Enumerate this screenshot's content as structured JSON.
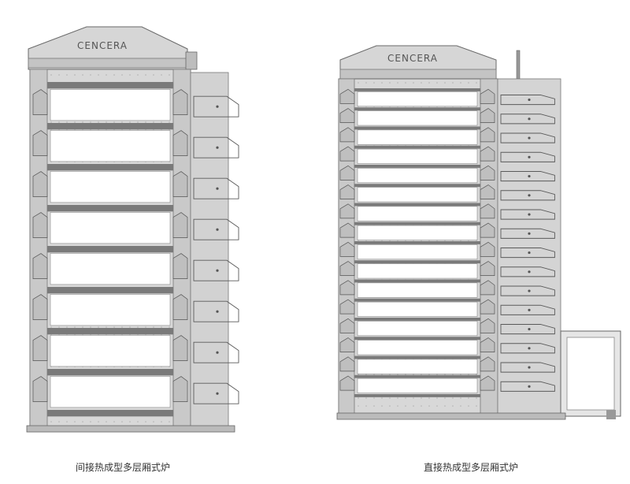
{
  "furnaces": [
    {
      "id": "indirect",
      "brand": "CENCERA",
      "caption": "间接热成型多层厢式炉",
      "chambers": 8
    },
    {
      "id": "direct",
      "brand": "CENCERA",
      "caption": "直接热成型多层厢式炉",
      "chambers": 16
    }
  ],
  "colors": {
    "frame": "#cfcfcf",
    "frame_dark": "#8a8a8a",
    "chamber": "#ffffff",
    "separator": "#7a7a7a",
    "line": "#5a5a5a"
  }
}
